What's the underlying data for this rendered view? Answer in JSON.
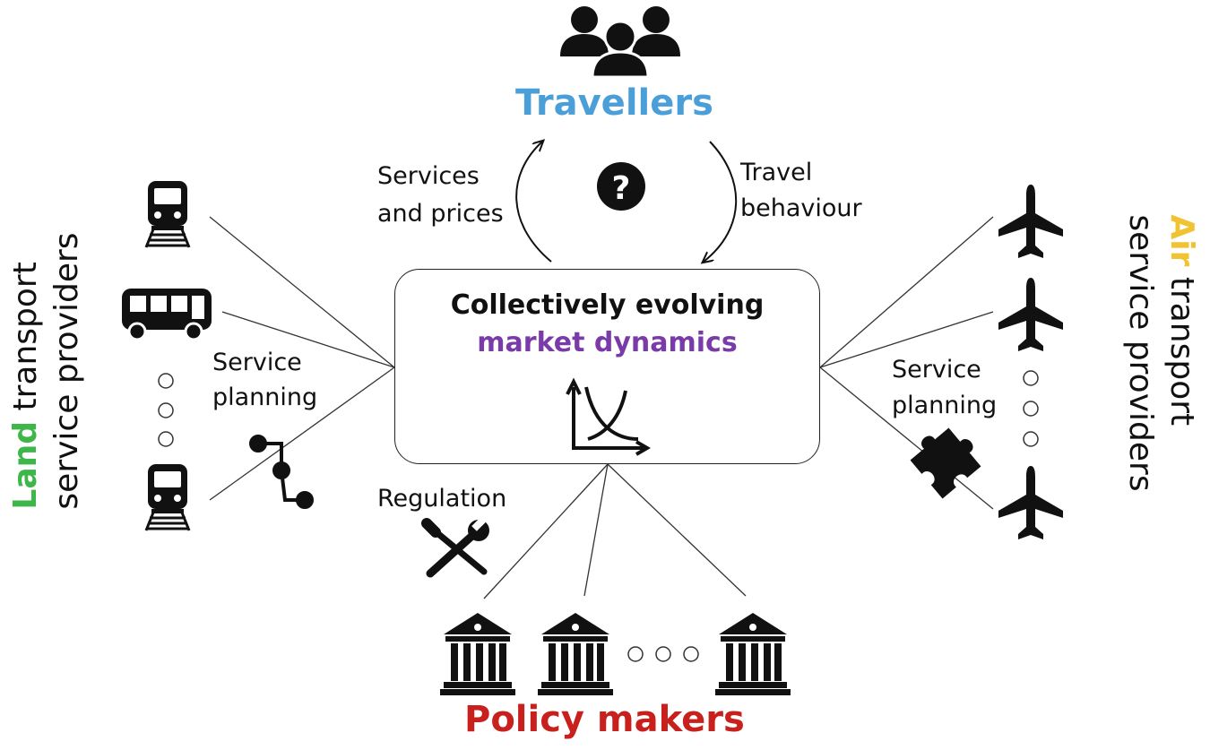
{
  "colors": {
    "travellers": "#4a9fd8",
    "market": "#7a3aa8",
    "land": "#3fb64a",
    "air": "#f1c232",
    "policy": "#c8201c",
    "ink": "#111111"
  },
  "travellers": {
    "title": "Travellers",
    "icon": "people-group-icon"
  },
  "center": {
    "line1": "Collectively evolving",
    "line2": "market dynamics",
    "icon": "supply-demand-chart-icon"
  },
  "loop": {
    "left_label_1": "Services",
    "left_label_2": "and prices",
    "right_label_1": "Travel",
    "right_label_2": "behaviour",
    "icon": "question-mark-icon"
  },
  "land": {
    "highlight": "Land",
    "rest_1": " transport",
    "line2": "service providers",
    "icons": [
      "train-icon",
      "bus-icon",
      "train-icon"
    ],
    "planning_1": "Service",
    "planning_2": "planning",
    "planning_icon": "route-nodes-icon"
  },
  "air": {
    "highlight": "Air",
    "rest_1": " transport",
    "line2": "service providers",
    "icons": [
      "airplane-icon",
      "airplane-icon",
      "airplane-icon"
    ],
    "planning_1": "Service",
    "planning_2": "planning",
    "planning_icon": "puzzle-piece-icon"
  },
  "policy": {
    "title": "Policy makers",
    "regulation": "Regulation",
    "regulation_icon": "wrench-screwdriver-icon",
    "icons": [
      "government-building-icon",
      "government-building-icon",
      "government-building-icon"
    ]
  }
}
